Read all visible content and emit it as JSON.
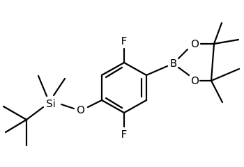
{
  "molecule": {
    "atoms": {
      "fluorine_top": "F",
      "fluorine_bottom": "F",
      "boron": "B",
      "oxygen_boronate_upper": "O",
      "oxygen_boronate_lower": "O",
      "oxygen_ether": "O",
      "silicon": "Si"
    }
  },
  "colors": {
    "bond": "#000000",
    "label": "#000000",
    "background": "#ffffff"
  }
}
